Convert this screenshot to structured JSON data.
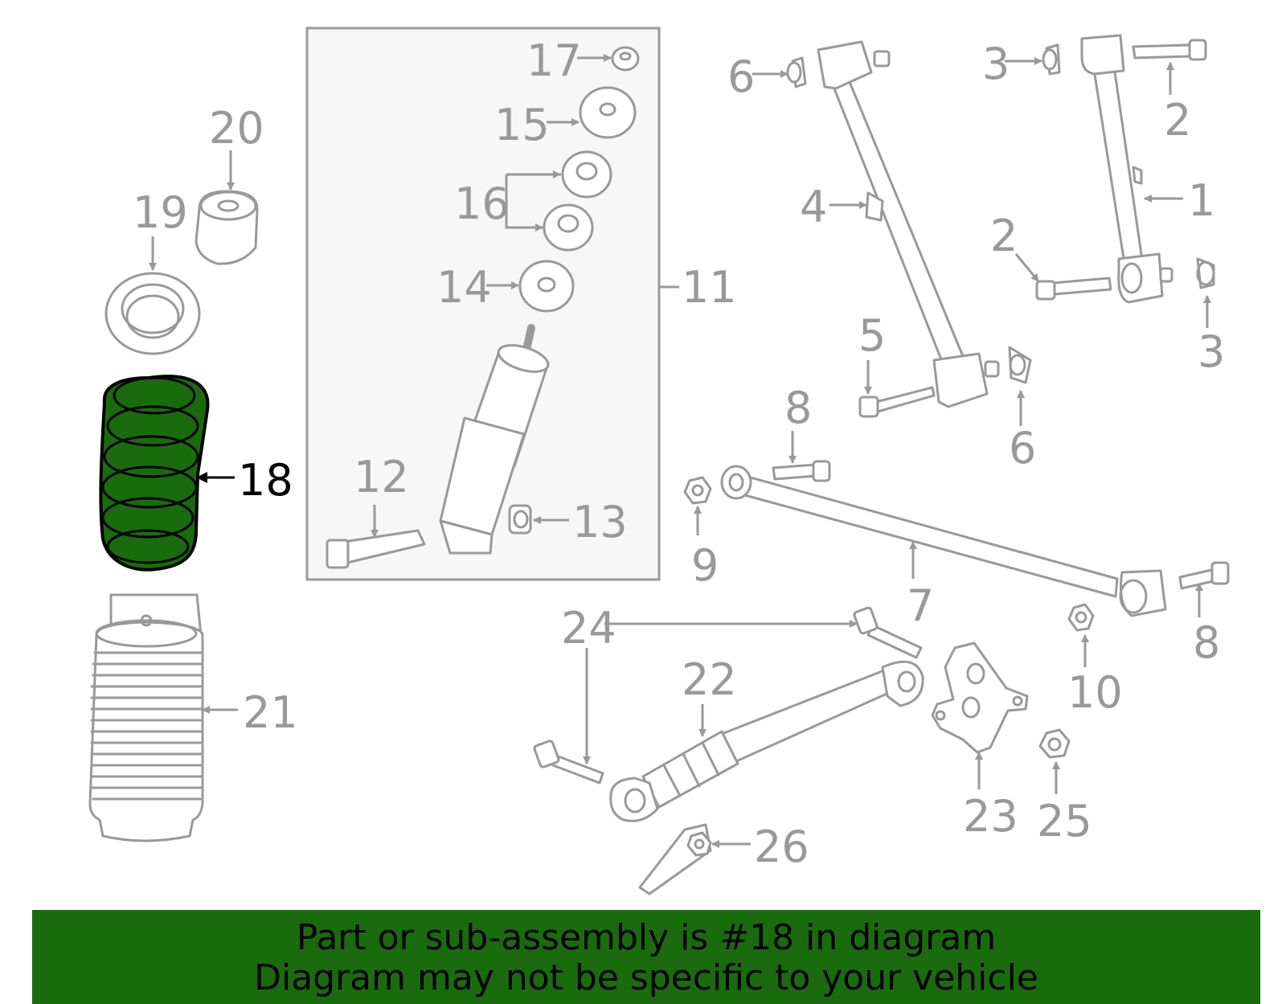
{
  "diagram": {
    "callouts": {
      "p1": "1",
      "p2a": "2",
      "p2b": "2",
      "p3a": "3",
      "p3b": "3",
      "p4": "4",
      "p5": "5",
      "p6a": "6",
      "p6b": "6",
      "p7": "7",
      "p8a": "8",
      "p8b": "8",
      "p9": "9",
      "p10": "10",
      "p11": "11",
      "p12": "12",
      "p13": "13",
      "p14": "14",
      "p15": "15",
      "p16": "16",
      "p17": "17",
      "p18": "18",
      "p19": "19",
      "p20": "20",
      "p21": "21",
      "p22": "22",
      "p23": "23",
      "p24": "24",
      "p25": "25",
      "p26": "26"
    },
    "highlighted_part": "18",
    "colors": {
      "highlight_fill": "#1a6b0e",
      "outline": "#999999",
      "banner_background": "#1a6b0e"
    }
  },
  "banner": {
    "line1": "Part or sub-assembly is #18 in diagram",
    "line2": "Diagram may not be specific to your vehicle"
  }
}
